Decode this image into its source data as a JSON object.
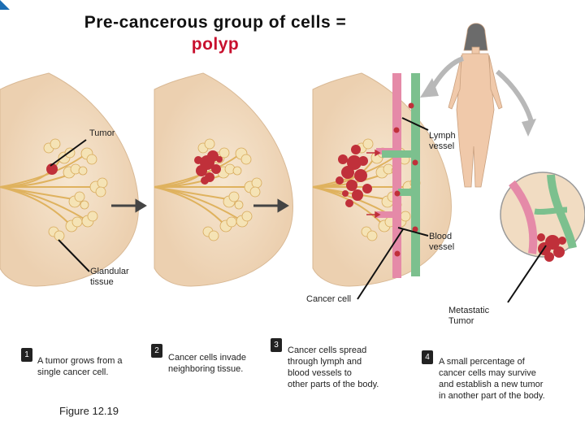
{
  "title": {
    "line1": "Pre-cancerous group of cells =",
    "line2": "polyp",
    "highlight_color": "#c8102e"
  },
  "labels": {
    "tumor": "Tumor",
    "lymph_vessel_1": "Lymph",
    "lymph_vessel_2": "vessel",
    "blood_vessel_1": "Blood",
    "blood_vessel_2": "vessel",
    "glandular_1": "Glandular",
    "glandular_2": "tissue",
    "cancer_cell": "Cancer cell",
    "metastatic_1": "Metastatic",
    "metastatic_2": "Tumor"
  },
  "steps": [
    {
      "num": "1",
      "lines": [
        "A tumor grows from a",
        "single cancer cell."
      ]
    },
    {
      "num": "2",
      "lines": [
        "Cancer cells invade",
        "neighboring tissue."
      ]
    },
    {
      "num": "3",
      "lines": [
        "Cancer cells spread",
        "through lymph and",
        "blood vessels to",
        "other parts of the body."
      ]
    },
    {
      "num": "4",
      "lines": [
        "A small percentage of",
        "cancer cells may survive",
        "and establish a new tumor",
        "in another part of the body."
      ]
    }
  ],
  "figure_caption": "Figure 12.19",
  "colors": {
    "tissue": "#f1dcc2",
    "gland": "#e9c78a",
    "tumor": "#c0303a",
    "lymph": "#7cc08e",
    "blood": "#e58aa8"
  }
}
